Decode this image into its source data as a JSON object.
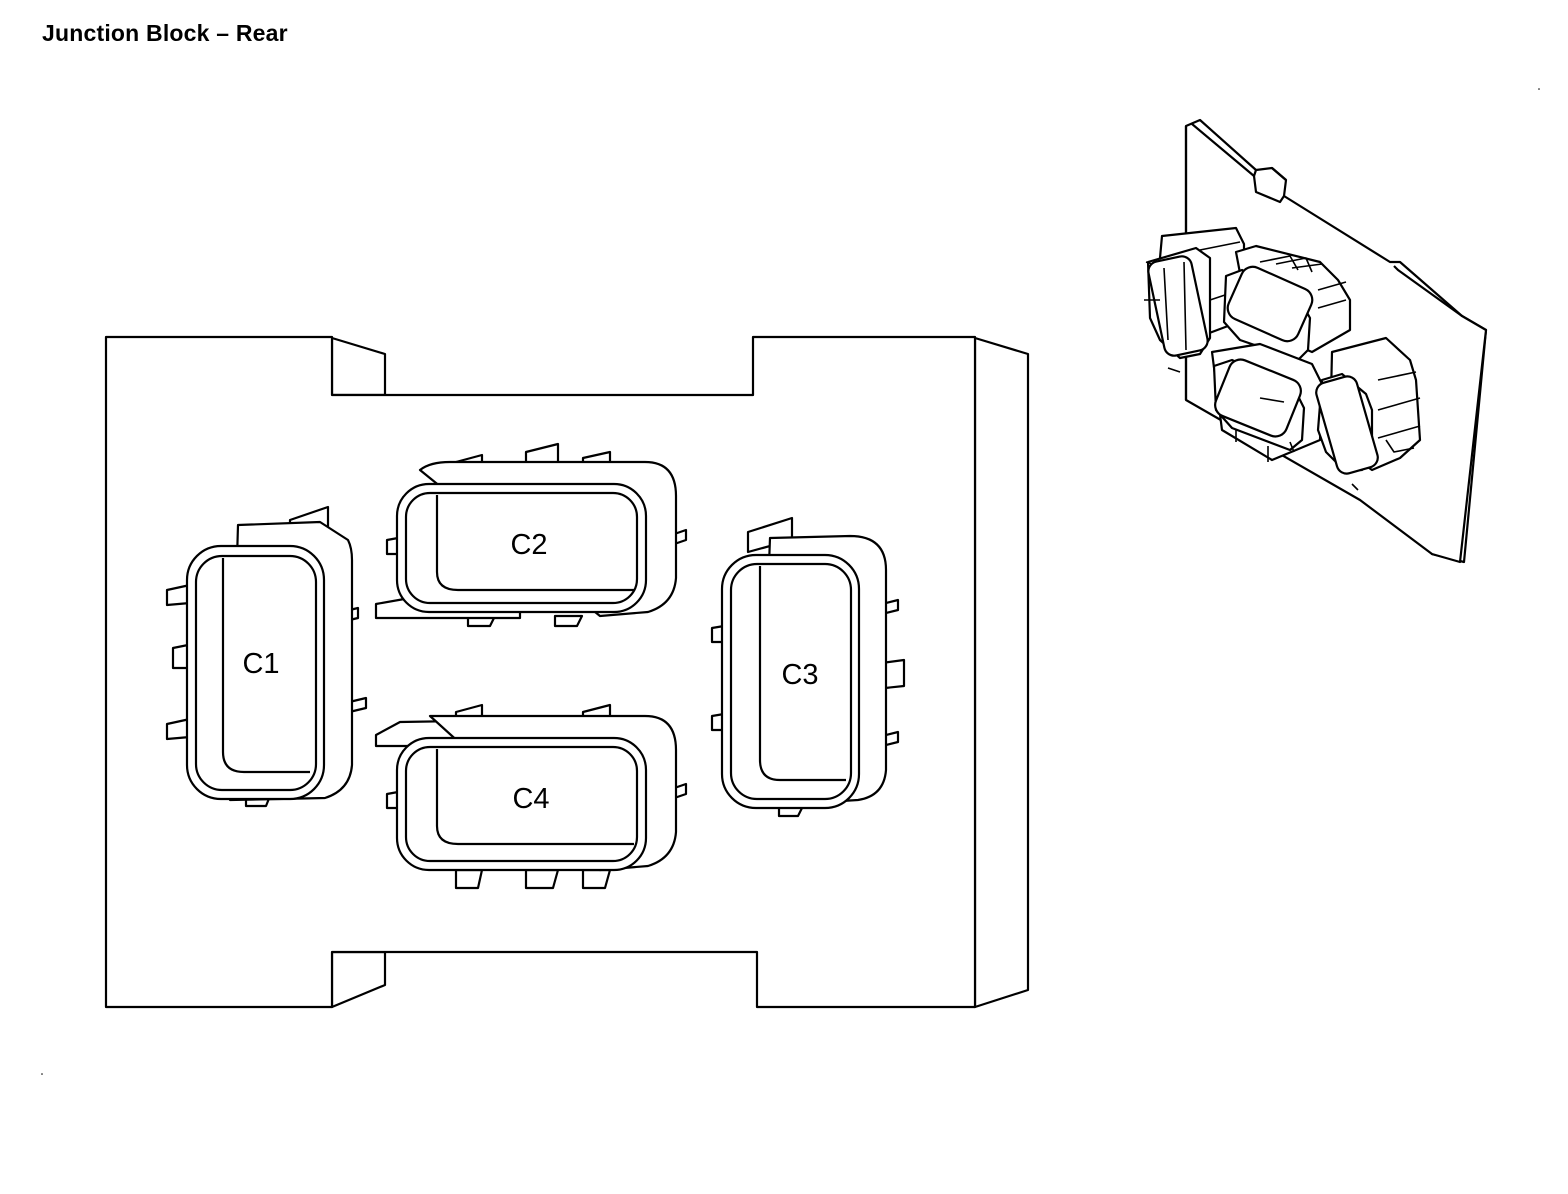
{
  "title": "Junction Block – Rear",
  "connectors": {
    "c1": "C1",
    "c2": "C2",
    "c3": "C3",
    "c4": "C4"
  }
}
